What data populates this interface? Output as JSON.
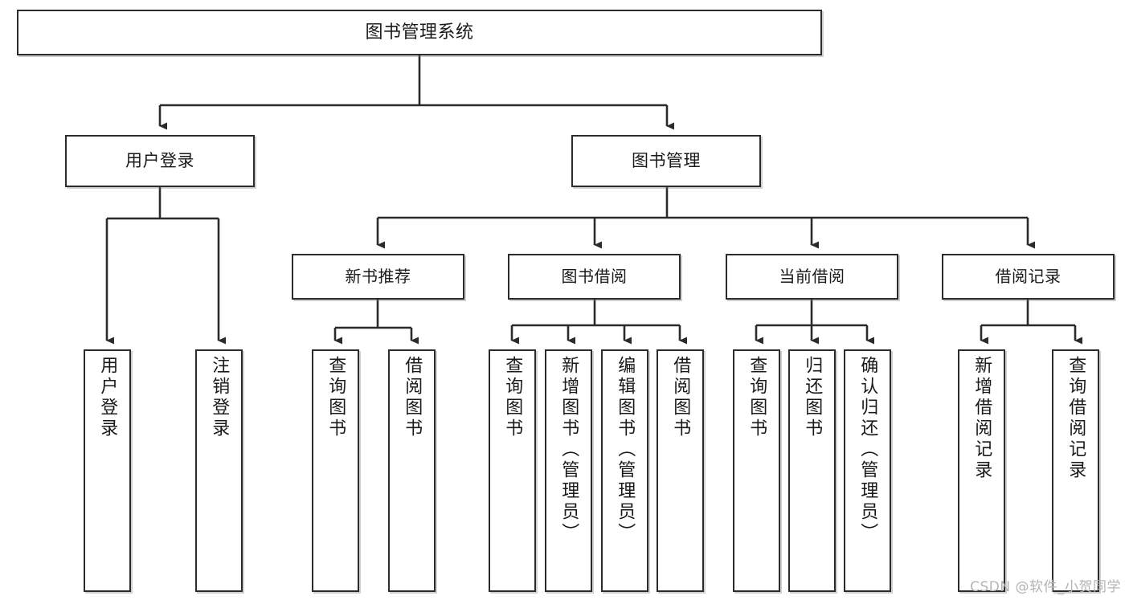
{
  "diagram": {
    "title": "图书管理系统",
    "watermark": "CSDN @软件_小贺同学",
    "line_color": "#2b2b2b",
    "box_border_color": "#2b2b2b",
    "box_fill": "#ffffff",
    "text_color": "#1a1a1a",
    "nodes": {
      "root": {
        "label": "图书管理系统"
      },
      "level2": [
        {
          "id": "user-login",
          "label": "用户登录"
        },
        {
          "id": "book-manage",
          "label": "图书管理"
        }
      ],
      "level3": [
        {
          "id": "new-book-rec",
          "label": "新书推荐"
        },
        {
          "id": "book-borrow",
          "label": "图书借阅"
        },
        {
          "id": "current-borrow",
          "label": "当前借阅"
        },
        {
          "id": "borrow-record",
          "label": "借阅记录"
        }
      ],
      "leaves": [
        {
          "id": "leaf-user-login",
          "label": "用户登录",
          "parent": "user-login"
        },
        {
          "id": "leaf-logout",
          "label": "注销登录",
          "parent": "user-login"
        },
        {
          "id": "leaf-query-book-1",
          "label": "查询图书",
          "parent": "new-book-rec"
        },
        {
          "id": "leaf-borrow-book-1",
          "label": "借阅图书",
          "parent": "new-book-rec"
        },
        {
          "id": "leaf-query-book-2",
          "label": "查询图书",
          "parent": "book-borrow"
        },
        {
          "id": "leaf-add-book",
          "label": "新增图书（管理员）",
          "parent": "book-borrow"
        },
        {
          "id": "leaf-edit-book",
          "label": "编辑图书（管理员）",
          "parent": "book-borrow"
        },
        {
          "id": "leaf-borrow-book-2",
          "label": "借阅图书",
          "parent": "book-borrow"
        },
        {
          "id": "leaf-query-book-3",
          "label": "查询图书",
          "parent": "current-borrow"
        },
        {
          "id": "leaf-return-book",
          "label": "归还图书",
          "parent": "current-borrow"
        },
        {
          "id": "leaf-confirm-return",
          "label": "确认归还（管理员）",
          "parent": "current-borrow"
        },
        {
          "id": "leaf-add-record",
          "label": "新增借阅记录",
          "parent": "borrow-record"
        },
        {
          "id": "leaf-query-record",
          "label": "查询借阅记录",
          "parent": "borrow-record"
        }
      ]
    }
  }
}
